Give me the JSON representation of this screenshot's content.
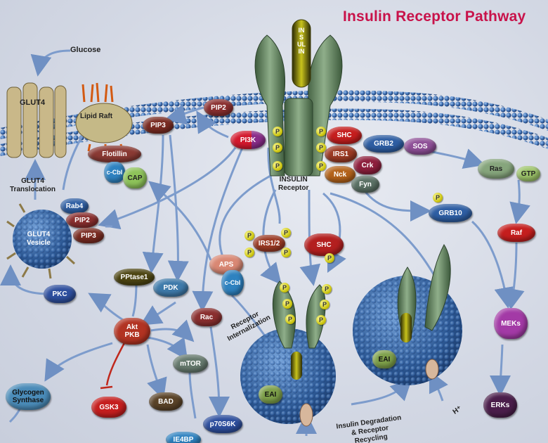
{
  "title": "Insulin Receptor Pathway",
  "colors": {
    "title": "#c8124a",
    "membrane": "#3f6fb1",
    "arrow": "#7d9ccc",
    "inhibit": "#c0281c",
    "phospho": "#d8d30e"
  },
  "labels": {
    "glucose": "Glucose",
    "glut4": "GLUT4",
    "lipid_raft": "Lipid Raft",
    "glut4_translocation": "GLUT4\nTranslocation",
    "glut4_vesicle": "GLUT4\nVesicle",
    "insulin": "INSULIN",
    "insulin_receptor": "INSULIN\nReceptor",
    "receptor_internalization": "Receptor\nInternalization",
    "insulin_degradation": "Insulin Degradation\n& Receptor\nRecycling",
    "h_plus": "H⁺",
    "p": "P"
  },
  "nodes": {
    "pip2_top": "PIP2",
    "pip3_top": "PIP3",
    "pi3k": "PI3K",
    "shc_top": "SHC",
    "irs1": "IRS1",
    "grb2": "GRB2",
    "sos": "SOS",
    "crk": "Crk",
    "nck": "Nck",
    "fyn": "Fyn",
    "flotillin": "Flotillin",
    "ccbl_top": "c-Cbl",
    "cap": "CAP",
    "ras": "Ras",
    "gtp": "GTP",
    "grb10": "GRB10",
    "raf": "Raf",
    "meks": "MEKs",
    "erks": "ERKs",
    "rab4": "Rab4",
    "pip2_ves": "PIP2",
    "pip3_ves": "PIP3",
    "irs12": "IRS1/2",
    "shc_mid": "SHC",
    "aps": "APS",
    "ccbl_mid": "c-Cbl",
    "pptase1": "PPtase1",
    "pdk": "PDK",
    "pkc": "PKC",
    "akt": "Akt\nPKB",
    "rac": "Rac",
    "mtor": "mTOR",
    "bad": "BAD",
    "gsk3": "GSK3",
    "glycogen_synthase": "Glycogen\nSynthase",
    "p70s6k": "p70S6K",
    "ie4bp": "IE4BP",
    "eai1": "EAI",
    "eai2": "EAI"
  }
}
